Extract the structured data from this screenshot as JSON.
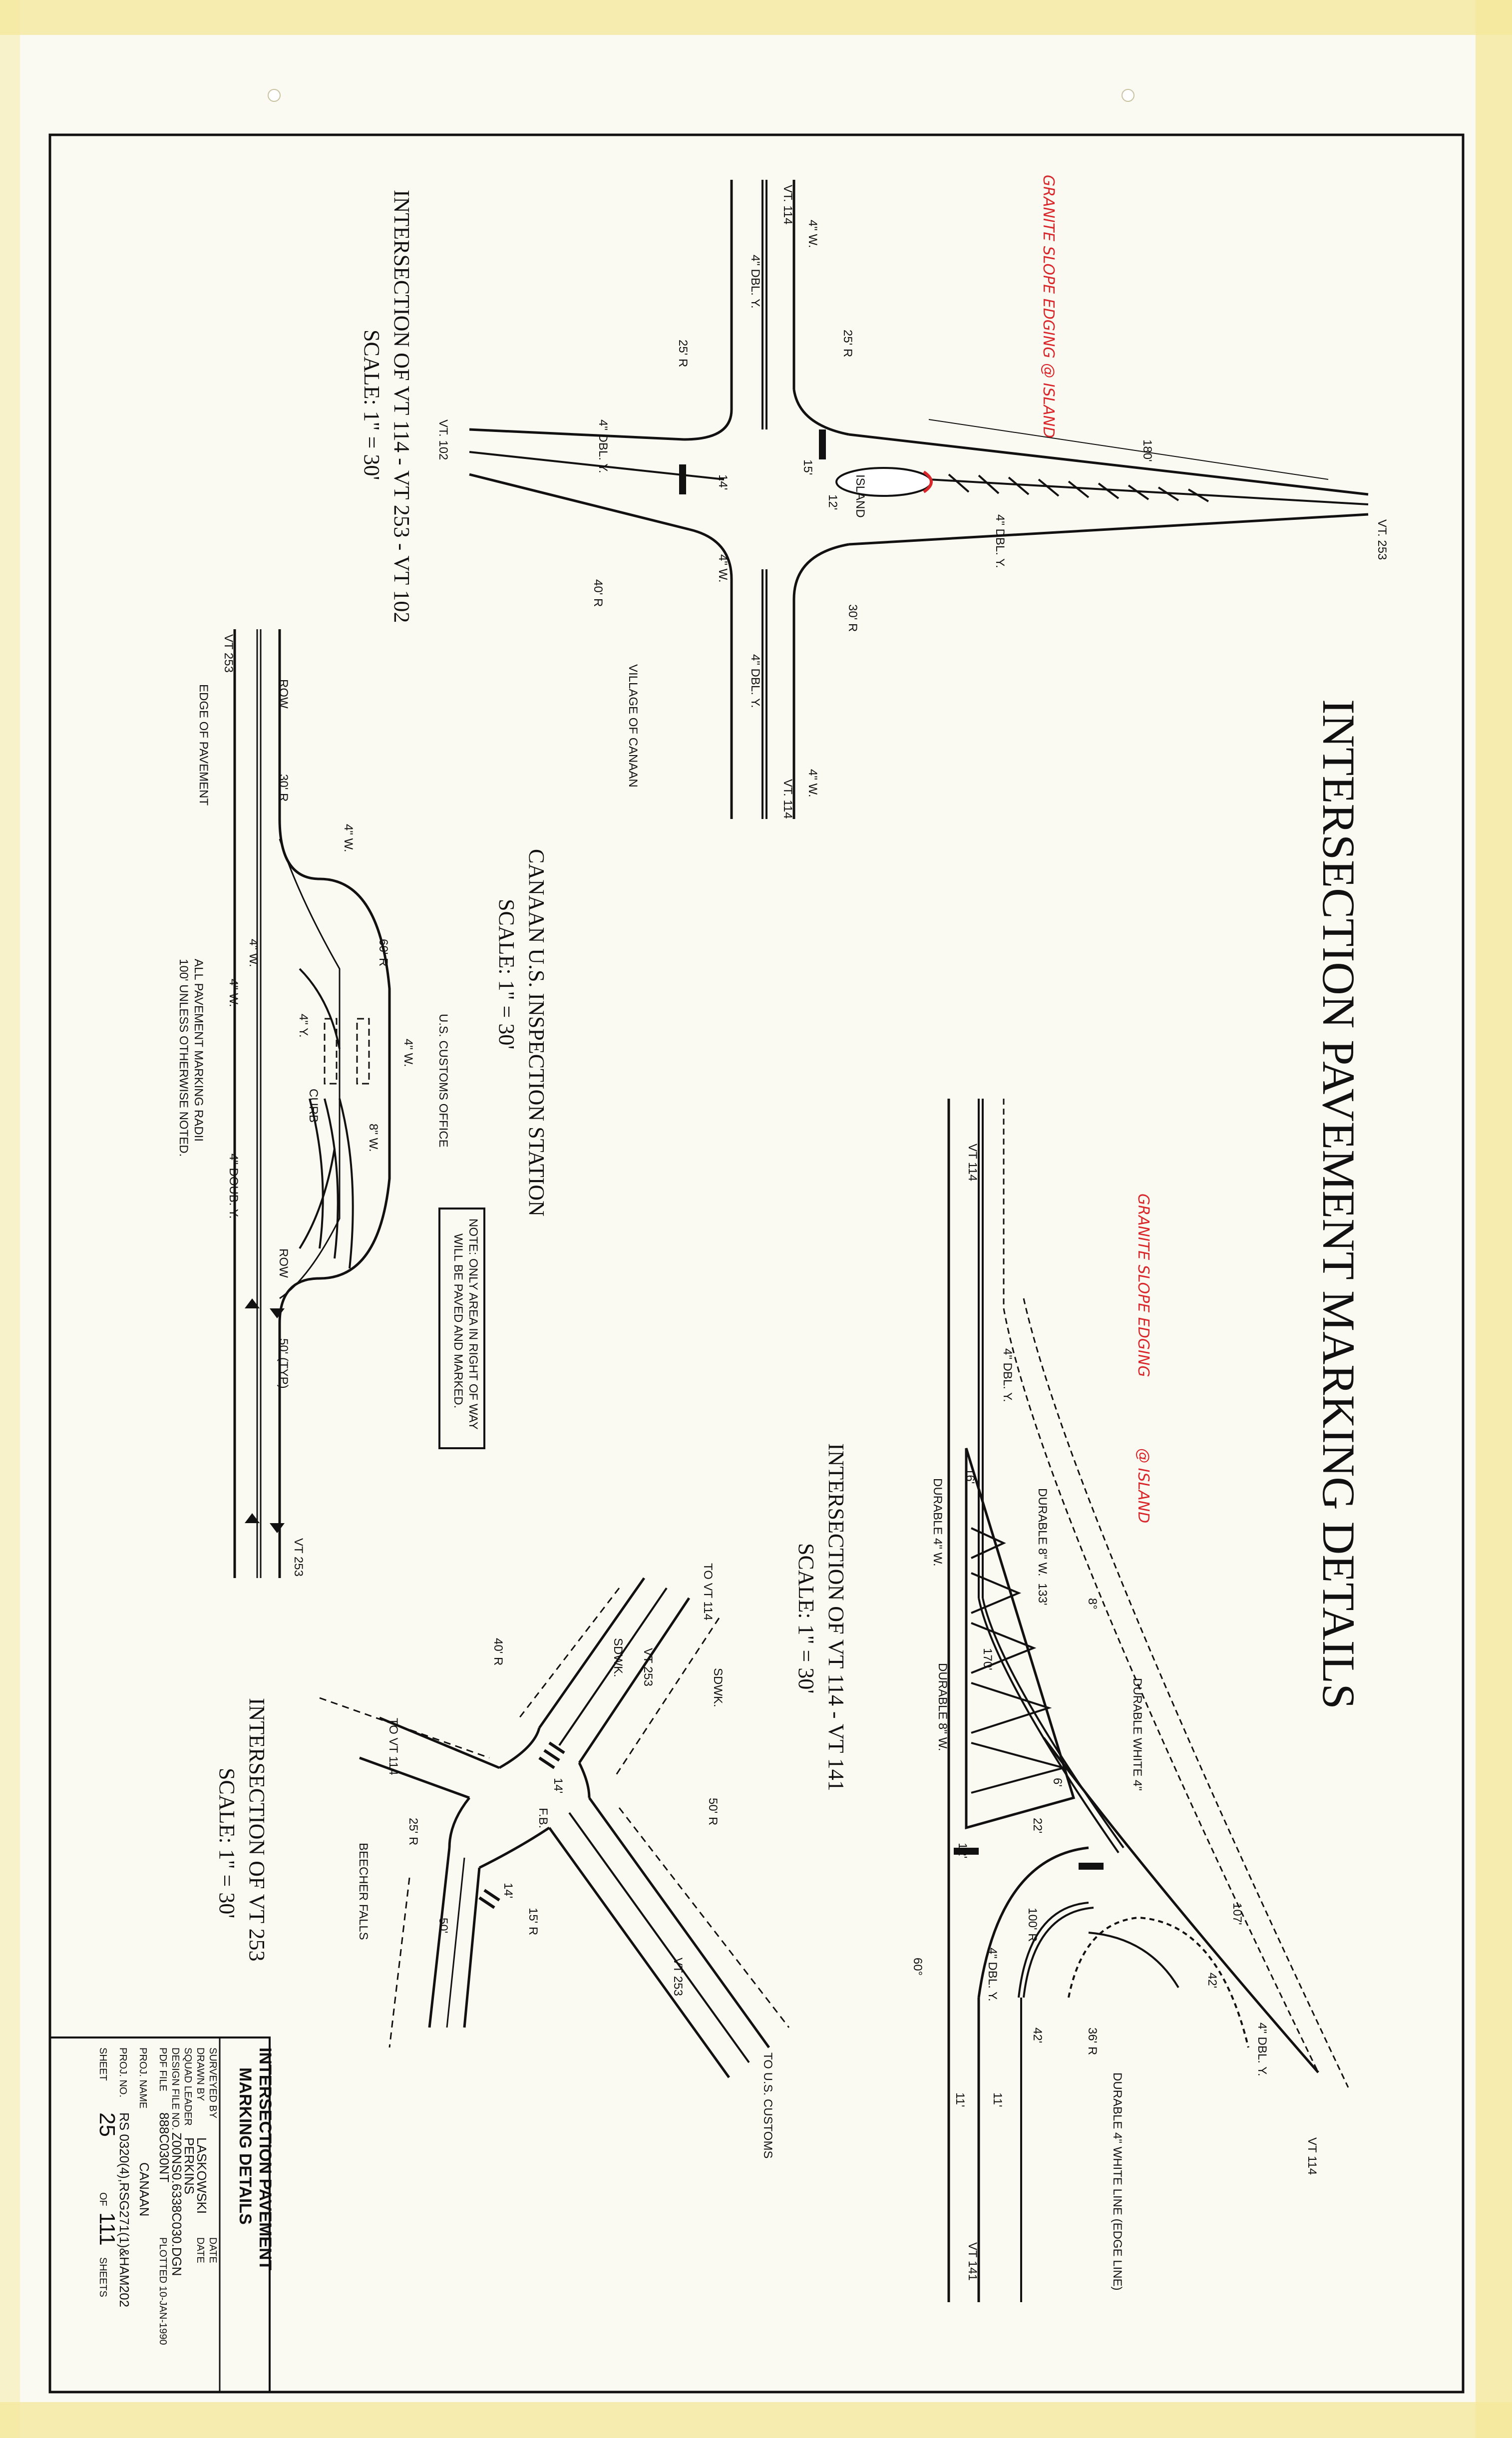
{
  "sheet_title": "INTERSECTION PAVEMENT MARKING DETAILS",
  "red_notes": {
    "note_1": "GRANITE SLOPE EDGING @ ISLAND",
    "note_2a": "GRANITE SLOPE EDGING",
    "note_2b": "@ ISLAND"
  },
  "detail_114_253_102": {
    "title": "INTERSECTION OF VT 114 - VT 253 - VT 102",
    "scale": "SCALE: 1\" = 30'",
    "labels": {
      "vt253": "VT. 253",
      "vt114_top": "VT. 114",
      "vt114_bottom": "VT. 114",
      "vt102": "VT. 102",
      "len_180": "180'",
      "dbl_y_1": "4\" DBL. Y.",
      "dbl_y_2": "4\" DBL. Y.",
      "dbl_y_3": "4\" DBL. Y.",
      "dbl_y_4": "4\" DBL. Y.",
      "w_1": "4\" W.",
      "w_2": "4\" W.",
      "w_3": "4\" W.",
      "island": "ISLAND",
      "r25_a": "25' R",
      "r25_b": "25' R",
      "r30": "30' R",
      "r40": "40' R",
      "village": "VILLAGE OF CANAAN",
      "d14": "14'",
      "d15": "15'",
      "d12": "12'"
    }
  },
  "detail_114_141": {
    "title": "INTERSECTION OF VT 114 - VT 141",
    "scale": "SCALE: 1\" = 30'",
    "labels": {
      "vt114_left": "VT 114",
      "vt114_right": "VT 114",
      "vt141": "VT 141",
      "dbl_y_1": "4\" DBL. Y.",
      "dbl_y_2": "4\" DBL. Y.",
      "dbl_y_3": "4\" DBL. Y.",
      "durable_8w_1": "DURABLE 8\" W.",
      "durable_8w_2": "DURABLE 8\" W.",
      "durable_4w": "DURABLE 4\" W.",
      "durable_white": "DURABLE WHITE 4\"",
      "durable_edge": "DURABLE 4\" WHITE LINE (EDGE LINE)",
      "len_133": "133'",
      "len_170": "170'",
      "len_16": "16'",
      "angle_8": "8°",
      "angle_60": "60°",
      "len_6": "6'",
      "len_22": "22'",
      "len_12": "12'",
      "len_107": "107'",
      "len_42a": "42'",
      "len_42b": "42'",
      "r100": "100' R",
      "r36": "36' R",
      "w11a": "11'",
      "w11b": "11'"
    }
  },
  "detail_inspection": {
    "title": "CANAAN U.S. INSPECTION STATION",
    "scale": "SCALE: 1\" = 30'",
    "labels": {
      "vt253_left": "VT 253",
      "vt253_right": "VT 253",
      "row_1": "ROW",
      "row_2": "ROW",
      "edge_pavement": "EDGE OF PAVEMENT",
      "r30": "30' R",
      "r60": "60' R",
      "w_1": "4\" W.",
      "w_2": "4\" W.",
      "w_3": "4\" W.",
      "w_4": "4\" W.",
      "y_1": "4\" Y.",
      "curb": "CURB",
      "w8": "8\" W.",
      "doub_y": "4\" DOUB. Y.",
      "typ_50": "50' (TYP)",
      "customs_office": "U.S. CUSTOMS OFFICE",
      "note_radii_1": "ALL PAVEMENT MARKING RADII",
      "note_radii_2": "100' UNLESS OTHERWISE NOTED.",
      "row_note_1": "NOTE: ONLY AREA IN RIGHT OF WAY",
      "row_note_2": "WILL BE PAVED AND MARKED."
    }
  },
  "detail_253": {
    "title": "INTERSECTION OF VT 253",
    "scale": "SCALE: 1\" = 30'",
    "labels": {
      "to_vt114_top": "TO VT 114",
      "to_vt114_left": "TO VT 114",
      "vt253_1": "VT 253",
      "vt253_2": "VT 253",
      "to_customs": "TO U.S. CUSTOMS",
      "beecher": "BEECHER FALLS",
      "sdwk_1": "SDWK.",
      "sdwk_2": "SDWK.",
      "r40": "40' R",
      "r50": "50' R",
      "r25": "25' R",
      "r15": "15' R",
      "fb": "F.B.",
      "d14a": "14'",
      "d14b": "14'",
      "d50": "50'"
    }
  },
  "title_block": {
    "heading_1": "INTERSECTION PAVEMENT",
    "heading_2": "MARKING DETAILS",
    "surveyed_by": "SURVEYED BY",
    "drawn_by": "DRAWN BY",
    "drawn_by_value": "LASKOWSKI",
    "squad_leader": "SQUAD LEADER",
    "squad_leader_value": "PERKINS",
    "design_file_no": "DESIGN FILE NO.",
    "design_file_value": "Z00NS0.6338C030.DGN",
    "pdf_file": "PDF FILE",
    "pdf_file_value": "888C030NT",
    "date": "DATE",
    "plotted": "PLOTTED 10-JAN-1990",
    "proj_name": "PROJ. NAME",
    "proj_name_value": "CANAAN",
    "proj_no": "PROJ. NO.",
    "proj_no_value": "RS 0320(4),RSG271(1)&HAM202",
    "sheet": "SHEET",
    "sheet_no": "25",
    "of": "OF",
    "total": "111",
    "sheets": "SHEETS"
  }
}
